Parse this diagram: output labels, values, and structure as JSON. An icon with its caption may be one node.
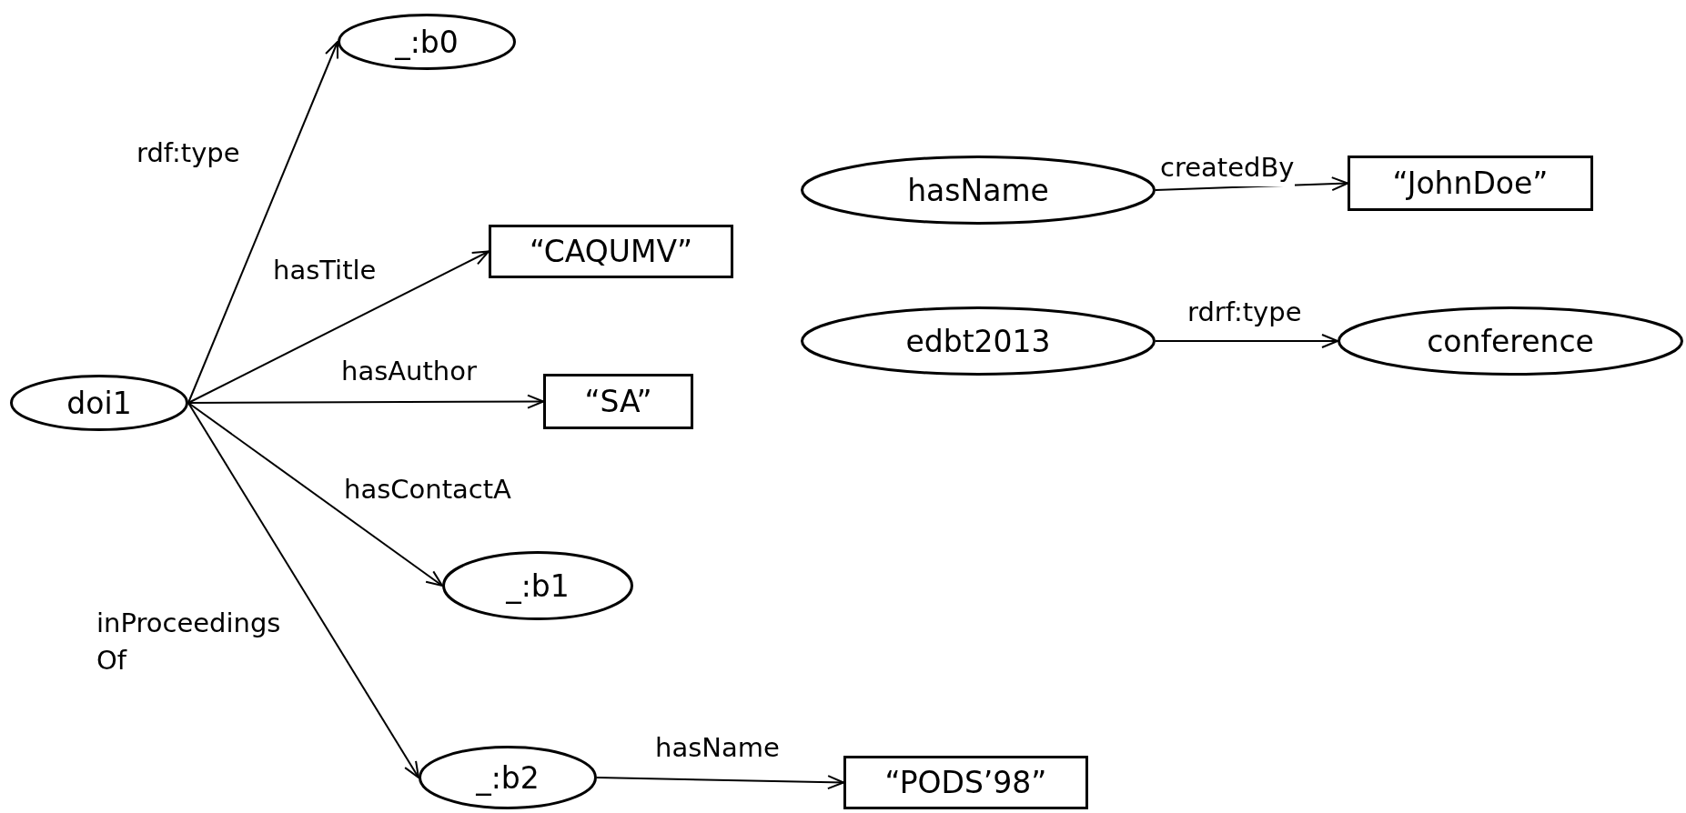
{
  "diagram": {
    "nodes": [
      {
        "text": [
          "doi1"
        ]
      },
      {
        "text": [
          "_:b0"
        ]
      },
      {
        "text": [
          "“CAQUMV”"
        ]
      },
      {
        "text": [
          "“SA”"
        ]
      },
      {
        "text": [
          "_:b1"
        ]
      },
      {
        "text": [
          "_:b2"
        ]
      },
      {
        "text": [
          "“PODS’98”"
        ]
      },
      {
        "text": [
          "hasName"
        ]
      },
      {
        "text": [
          "“JohnDoe”"
        ]
      },
      {
        "text": [
          "edbt2013"
        ]
      },
      {
        "text": [
          "conference"
        ]
      }
    ],
    "edges": [
      {
        "from": 0,
        "to": 1,
        "arrow": "to",
        "label": "rdf:type"
      },
      {
        "from": 0,
        "to": 2,
        "arrow": "to",
        "label": "hasTitle"
      },
      {
        "from": 0,
        "to": 3,
        "arrow": "to",
        "label": "hasAuthor"
      },
      {
        "from": 0,
        "to": 4,
        "arrow": "to",
        "label": "hasContactA"
      },
      {
        "from": 0,
        "to": 5,
        "arrow": "to",
        "label": "inProceedings Of"
      },
      {
        "from": 5,
        "to": 6,
        "arrow": "to",
        "label": "hasName"
      },
      {
        "from": 7,
        "to": 8,
        "arrow": "to",
        "label": "createdBy"
      },
      {
        "from": 9,
        "to": 10,
        "arrow": "to",
        "label": "rdrf:type"
      }
    ]
  }
}
